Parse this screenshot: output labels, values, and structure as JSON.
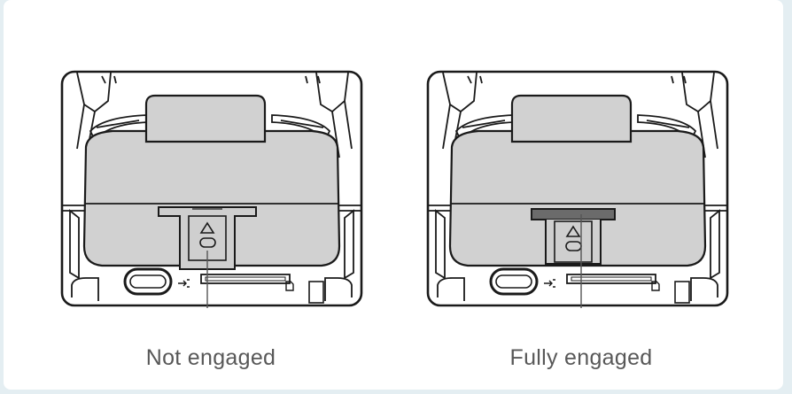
{
  "figure": {
    "panels": [
      {
        "caption": "Not engaged",
        "latch_state": "not-engaged"
      },
      {
        "caption": "Fully engaged",
        "latch_state": "fully-engaged"
      }
    ],
    "colors": {
      "background": "#ffffff",
      "outline": "#1a1a1a",
      "lid_fill": "#cfcfcf",
      "slot_fill": "#6b6b6b",
      "caption_text": "#585858"
    }
  }
}
